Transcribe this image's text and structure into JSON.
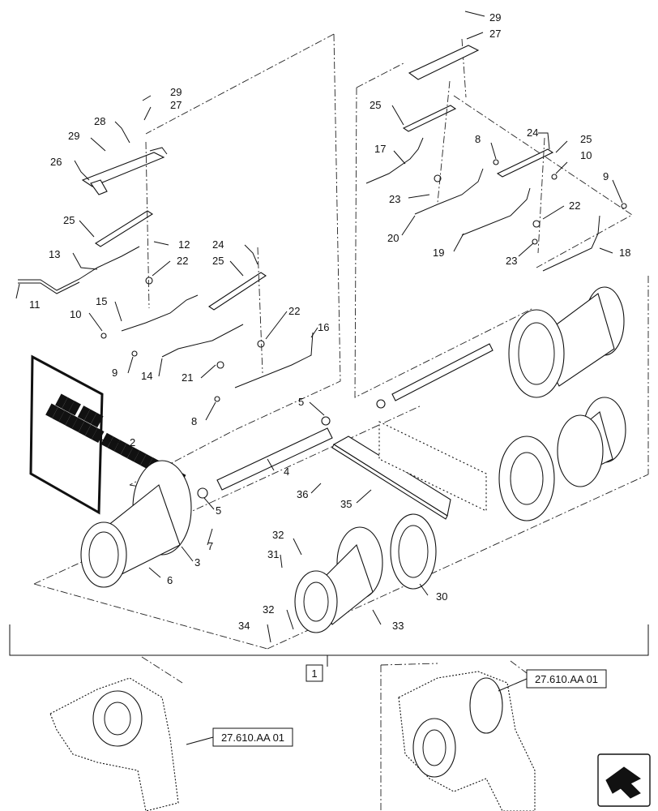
{
  "callouts": [
    {
      "id": "c29a",
      "label": "29"
    },
    {
      "id": "c27a",
      "label": "27"
    },
    {
      "id": "c28",
      "label": "28"
    },
    {
      "id": "c29b",
      "label": "29"
    },
    {
      "id": "c26",
      "label": "26"
    },
    {
      "id": "c25a",
      "label": "25"
    },
    {
      "id": "c12",
      "label": "12"
    },
    {
      "id": "c13",
      "label": "13"
    },
    {
      "id": "c22a",
      "label": "22"
    },
    {
      "id": "c24a",
      "label": "24"
    },
    {
      "id": "c25b",
      "label": "25"
    },
    {
      "id": "c11",
      "label": "11"
    },
    {
      "id": "c15",
      "label": "15"
    },
    {
      "id": "c10a",
      "label": "10"
    },
    {
      "id": "c22b",
      "label": "22"
    },
    {
      "id": "c16",
      "label": "16"
    },
    {
      "id": "c9a",
      "label": "9"
    },
    {
      "id": "c14",
      "label": "14"
    },
    {
      "id": "c21",
      "label": "21"
    },
    {
      "id": "c8a",
      "label": "8"
    },
    {
      "id": "c2",
      "label": "2"
    },
    {
      "id": "c5a",
      "label": "5"
    },
    {
      "id": "c4",
      "label": "4"
    },
    {
      "id": "c5b",
      "label": "5"
    },
    {
      "id": "c36",
      "label": "36"
    },
    {
      "id": "c35",
      "label": "35"
    },
    {
      "id": "c7",
      "label": "7"
    },
    {
      "id": "c3",
      "label": "3"
    },
    {
      "id": "c6",
      "label": "6"
    },
    {
      "id": "c32a",
      "label": "32"
    },
    {
      "id": "c31",
      "label": "31"
    },
    {
      "id": "c30",
      "label": "30"
    },
    {
      "id": "c32b",
      "label": "32"
    },
    {
      "id": "c34",
      "label": "34"
    },
    {
      "id": "c33",
      "label": "33"
    },
    {
      "id": "c29c",
      "label": "29"
    },
    {
      "id": "c27b",
      "label": "27"
    },
    {
      "id": "c25c",
      "label": "25"
    },
    {
      "id": "c8b",
      "label": "8"
    },
    {
      "id": "c24b",
      "label": "24"
    },
    {
      "id": "c25d",
      "label": "25"
    },
    {
      "id": "c17",
      "label": "17"
    },
    {
      "id": "c10b",
      "label": "10"
    },
    {
      "id": "c9b",
      "label": "9"
    },
    {
      "id": "c23a",
      "label": "23"
    },
    {
      "id": "c22c",
      "label": "22"
    },
    {
      "id": "c20",
      "label": "20"
    },
    {
      "id": "c19",
      "label": "19"
    },
    {
      "id": "c23b",
      "label": "23"
    },
    {
      "id": "c18",
      "label": "18"
    }
  ],
  "assembly_label": "1",
  "references": [
    "27.610.AA 01",
    "27.610.AA 01"
  ],
  "manual_cover_lines": [
    "███ ███",
    "████████ ████████████"
  ]
}
